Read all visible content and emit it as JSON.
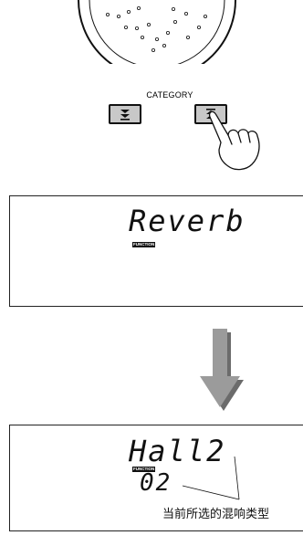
{
  "category": {
    "label": "CATEGORY",
    "down_icon": "double-chevron-down-icon",
    "up_icon": "double-chevron-up-icon"
  },
  "display_before": {
    "main_text": "Reverb",
    "badge": "FUNCTION"
  },
  "display_after": {
    "main_text": "Hall2",
    "badge": "FUNCTION",
    "number": "02"
  },
  "caption": "当前所选的混响类型",
  "icons": {
    "dial": "dial-icon",
    "hand": "pressing-hand-icon",
    "arrow": "down-arrow-icon"
  }
}
